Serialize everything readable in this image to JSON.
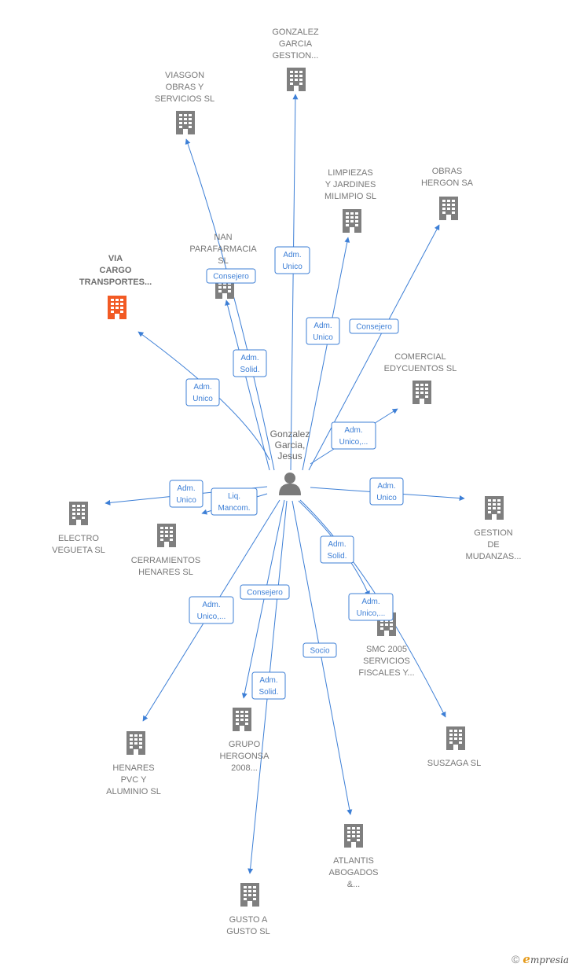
{
  "center": {
    "label_lines": [
      "Gonzalez",
      "Garcia,",
      "Jesus"
    ],
    "icon": "person-icon"
  },
  "colors": {
    "edge": "#3d7fd6",
    "building": "#7f7f7f",
    "building_focus": "#f25a24"
  },
  "nodes": [
    {
      "id": "gonzalez-garcia-gestion",
      "label_lines": [
        "GONZALEZ",
        "GARCIA",
        "GESTION..."
      ],
      "icon": "building-icon",
      "focus": false
    },
    {
      "id": "viasgon",
      "label_lines": [
        "VIASGON",
        "OBRAS Y",
        "SERVICIOS SL"
      ],
      "icon": "building-icon",
      "focus": false
    },
    {
      "id": "limpiezas",
      "label_lines": [
        "LIMPIEZAS",
        "Y JARDINES",
        "MILIMPIO SL"
      ],
      "icon": "building-icon",
      "focus": false
    },
    {
      "id": "obras-hergon",
      "label_lines": [
        "OBRAS",
        "HERGON SA"
      ],
      "icon": "building-icon",
      "focus": false
    },
    {
      "id": "nan-parafarmacia",
      "label_lines": [
        "NAN",
        "PARAFARMACIA",
        "SL"
      ],
      "icon": "building-icon",
      "focus": false
    },
    {
      "id": "via-cargo",
      "label_lines": [
        "VIA",
        "CARGO",
        "TRANSPORTES..."
      ],
      "icon": "building-icon",
      "focus": true
    },
    {
      "id": "comercial-edycuentos",
      "label_lines": [
        "COMERCIAL",
        "EDYCUENTOS SL"
      ],
      "icon": "building-icon",
      "focus": false
    },
    {
      "id": "electro-vegueta",
      "label_lines": [
        "ELECTRO",
        "VEGUETA SL"
      ],
      "icon": "building-icon",
      "focus": false
    },
    {
      "id": "cerramientos",
      "label_lines": [
        "CERRAMIENTOS",
        "HENARES  SL"
      ],
      "icon": "building-icon",
      "focus": false
    },
    {
      "id": "gestion-mudanzas",
      "label_lines": [
        "GESTION",
        "DE",
        "MUDANZAS..."
      ],
      "icon": "building-icon",
      "focus": false
    },
    {
      "id": "smc-2005",
      "label_lines": [
        "SMC 2005",
        "SERVICIOS",
        "FISCALES Y..."
      ],
      "icon": "building-icon",
      "focus": false
    },
    {
      "id": "henares-pvc",
      "label_lines": [
        "HENARES",
        "PVC Y",
        "ALUMINIO  SL"
      ],
      "icon": "building-icon",
      "focus": false
    },
    {
      "id": "grupo-hergonsa",
      "label_lines": [
        "GRUPO",
        "HERGONSA",
        "2008..."
      ],
      "icon": "building-icon",
      "focus": false
    },
    {
      "id": "suszaga",
      "label_lines": [
        "SUSZAGA  SL"
      ],
      "icon": "building-icon",
      "focus": false
    },
    {
      "id": "atlantis",
      "label_lines": [
        "ATLANTIS",
        "ABOGADOS",
        "&..."
      ],
      "icon": "building-icon",
      "focus": false
    },
    {
      "id": "gusto-a-gusto",
      "label_lines": [
        "GUSTO A",
        "GUSTO  SL"
      ],
      "icon": "building-icon",
      "focus": false
    }
  ],
  "edges": [
    {
      "to": "gonzalez-garcia-gestion",
      "label_lines": [
        "Adm.",
        "Unico"
      ]
    },
    {
      "to": "viasgon",
      "label_lines": [
        "Adm.",
        "Solid."
      ]
    },
    {
      "to": "limpiezas",
      "label_lines": [
        "Adm.",
        "Unico"
      ]
    },
    {
      "to": "obras-hergon",
      "label_lines": [
        "Consejero"
      ]
    },
    {
      "to": "nan-parafarmacia",
      "label_lines": [
        "Consejero"
      ]
    },
    {
      "to": "via-cargo",
      "label_lines": [
        "Adm.",
        "Unico"
      ]
    },
    {
      "to": "comercial-edycuentos",
      "label_lines": [
        "Adm.",
        "Unico,..."
      ]
    },
    {
      "to": "electro-vegueta",
      "label_lines": [
        "Adm.",
        "Unico"
      ]
    },
    {
      "to": "cerramientos",
      "label_lines": [
        "Liq.",
        "Mancom."
      ]
    },
    {
      "to": "gestion-mudanzas",
      "label_lines": [
        "Adm.",
        "Unico"
      ]
    },
    {
      "to": "smc-2005",
      "label_lines": [
        "Adm.",
        "Solid."
      ]
    },
    {
      "to": "suszaga",
      "label_lines": [
        "Adm.",
        "Unico,..."
      ]
    },
    {
      "to": "henares-pvc",
      "label_lines": [
        "Adm.",
        "Unico,..."
      ]
    },
    {
      "to": "grupo-hergonsa",
      "label_lines": [
        "Consejero"
      ]
    },
    {
      "to": "gusto-a-gusto",
      "label_lines": [
        "Adm.",
        "Solid."
      ]
    },
    {
      "to": "atlantis",
      "label_lines": [
        "Socio"
      ]
    }
  ],
  "footer": {
    "copyright": "©",
    "brand_initial": "e",
    "brand_rest": "mpresia"
  }
}
